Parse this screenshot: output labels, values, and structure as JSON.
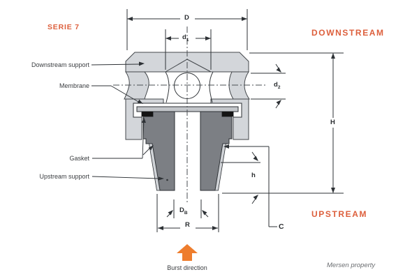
{
  "header": {
    "serie": "SERIE 7"
  },
  "flow_labels": {
    "downstream": "DOWNSTREAM",
    "upstream": "UPSTREAM"
  },
  "component_labels": {
    "downstream_support": "Downstream support",
    "membrane": "Membrane",
    "gasket": "Gasket",
    "upstream_support": "Upstream support"
  },
  "dims": {
    "D": "D",
    "d1_base": "d",
    "d1_sub": "1",
    "d2_base": "d",
    "d2_sub": "2",
    "H": "H",
    "h": "h",
    "db_base": "D",
    "db_sub": "B",
    "R": "R",
    "C": "C"
  },
  "footer": {
    "burst_direction": "Burst direction",
    "watermark": "Mersen property"
  },
  "colors": {
    "accent_text": "#dd5f3c",
    "burst_arrow": "#ee7d2d",
    "part_light_gray": "#d3d6da",
    "part_dark_gray": "#7c7f84",
    "membrane_gray": "#c3c6ca",
    "gasket_black": "#141414",
    "line": "#2e3236"
  }
}
